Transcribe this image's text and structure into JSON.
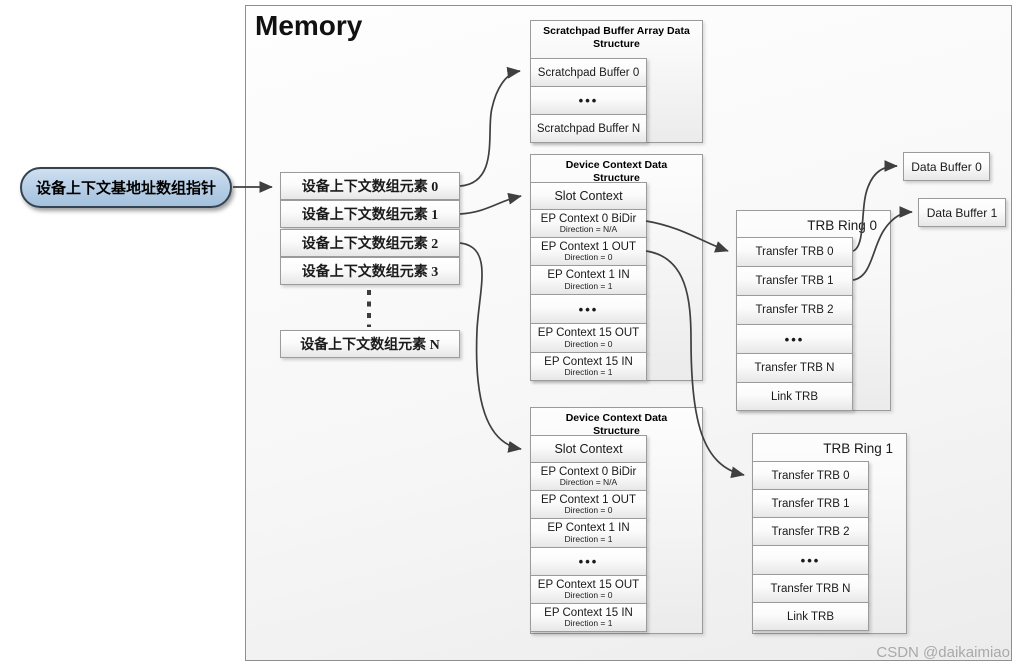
{
  "pointer": {
    "label": "设备上下文基地址数组指针"
  },
  "memory": {
    "title": "Memory"
  },
  "context_array": {
    "rows": [
      "设备上下文数组元素 0",
      "设备上下文数组元素 1",
      "设备上下文数组元素 2",
      "设备上下文数组元素 3"
    ],
    "last_row": "设备上下文数组元素 N"
  },
  "scratchpad": {
    "title": "Scratchpad Buffer Array Data Structure",
    "rows": [
      "Scratchpad Buffer 0",
      "•••",
      "Scratchpad Buffer N"
    ]
  },
  "device_contexts": [
    {
      "title": "Device Context Data Structure",
      "rows": [
        {
          "label": "Slot Context",
          "sub": ""
        },
        {
          "label": "EP Context 0 BiDir",
          "sub": "Direction = N/A"
        },
        {
          "label": "EP Context 1 OUT",
          "sub": "Direction = 0"
        },
        {
          "label": "EP Context 1 IN",
          "sub": "Direction = 1"
        },
        {
          "label": "•••",
          "sub": ""
        },
        {
          "label": "EP Context 15 OUT",
          "sub": "Direction = 0"
        },
        {
          "label": "EP Context 15 IN",
          "sub": "Direction = 1"
        }
      ]
    },
    {
      "title": "Device Context Data Structure",
      "rows": [
        {
          "label": "Slot Context",
          "sub": ""
        },
        {
          "label": "EP Context 0 BiDir",
          "sub": "Direction = N/A"
        },
        {
          "label": "EP Context 1 OUT",
          "sub": "Direction = 0"
        },
        {
          "label": "EP Context 1 IN",
          "sub": "Direction = 1"
        },
        {
          "label": "•••",
          "sub": ""
        },
        {
          "label": "EP Context 15 OUT",
          "sub": "Direction = 0"
        },
        {
          "label": "EP Context 15 IN",
          "sub": "Direction = 1"
        }
      ]
    }
  ],
  "trb_rings": [
    {
      "title": "TRB Ring 0",
      "rows": [
        "Transfer TRB 0",
        "Transfer TRB 1",
        "Transfer TRB 2",
        "•••",
        "Transfer TRB N",
        "Link TRB"
      ]
    },
    {
      "title": "TRB Ring 1",
      "rows": [
        "Transfer TRB 0",
        "Transfer TRB 1",
        "Transfer TRB 2",
        "•••",
        "Transfer TRB N",
        "Link TRB"
      ]
    }
  ],
  "data_buffers": [
    {
      "label": "Data Buffer 0"
    },
    {
      "label": "Data Buffer 1"
    }
  ],
  "watermark": "CSDN @daikaimiao",
  "colors": {
    "arrow": "#3f3f3f",
    "box_border": "#9b9b9b",
    "pointer_fill_top": "#cfe0f1",
    "pointer_fill_bot": "#a4c1dd",
    "pointer_border": "#35424f"
  }
}
